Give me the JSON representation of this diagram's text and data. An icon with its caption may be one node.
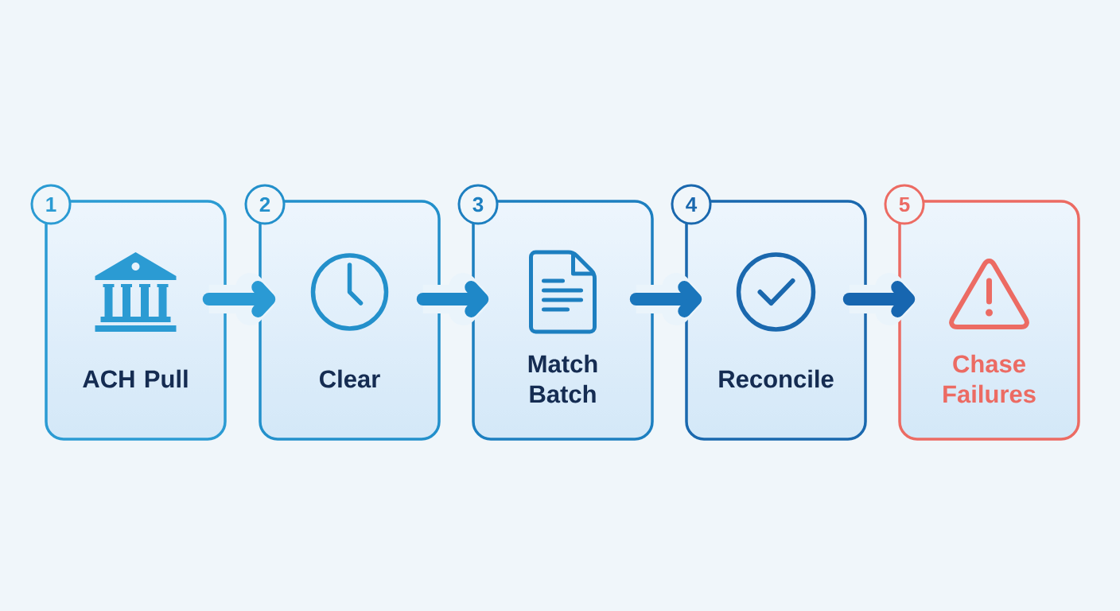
{
  "diagram": {
    "nodes": [
      {
        "text": [
          "1"
        ]
      },
      {
        "text": [
          "ACH Pull"
        ]
      },
      {
        "text": [
          "2"
        ]
      },
      {
        "text": [
          "Clear"
        ]
      },
      {
        "text": [
          "3"
        ]
      },
      {
        "text": [
          "Match Batch"
        ]
      },
      {
        "text": [
          "4"
        ]
      },
      {
        "text": [
          "Reconcile"
        ]
      },
      {
        "text": [
          "5"
        ]
      },
      {
        "text": [
          "Chase Failures"
        ]
      }
    ],
    "edges": [
      {
        "from": 1,
        "to": 3,
        "arrow": "to",
        "color": "#2a9ad4"
      },
      {
        "from": 3,
        "to": 5,
        "arrow": "to",
        "color": "#1f88c8"
      },
      {
        "from": 5,
        "to": 7,
        "arrow": "to",
        "color": "#1a76bc"
      },
      {
        "from": 7,
        "to": 9,
        "arrow": "to",
        "color": "#1766b0"
      }
    ]
  }
}
